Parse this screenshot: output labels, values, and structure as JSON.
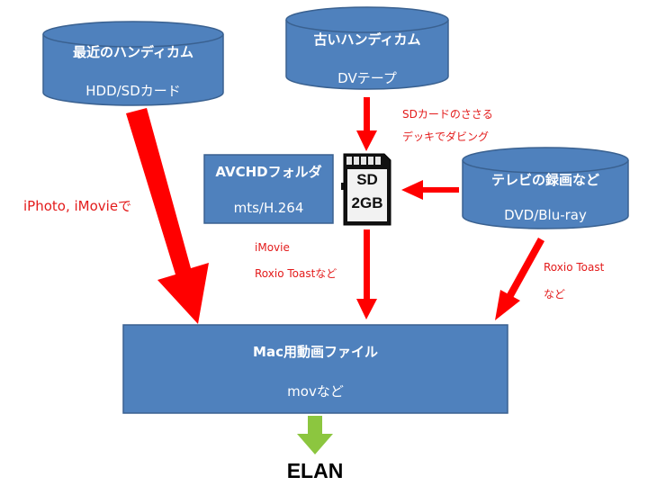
{
  "nodes": {
    "recent_camcorder": {
      "title": "最近のハンディカム",
      "subtitle": "HDD/SDカード"
    },
    "old_camcorder": {
      "title": "古いハンディカム",
      "subtitle": "DVテープ"
    },
    "avchd_folder": {
      "title": "AVCHDフォルダ",
      "subtitle": "mts/H.264"
    },
    "tv_recording": {
      "title": "テレビの録画など",
      "subtitle": "DVD/Blu-ray"
    },
    "mac_file": {
      "title": "Mac用動画ファイル",
      "subtitle": "movなど"
    },
    "elan": {
      "label": "ELAN"
    },
    "sd_card": {
      "line1": "SD",
      "line2": "2GB"
    }
  },
  "edge_labels": {
    "iphoto": "iPhoto, iMovieで",
    "sd_dubbing_1": "SDカードのささる",
    "sd_dubbing_2": "デッキでダビング",
    "imovie_1": "iMovie",
    "imovie_2": "Roxio Toastなど",
    "roxio_1": "Roxio Toast",
    "roxio_2": "など"
  },
  "colors": {
    "node_fill": "#4f81bd",
    "node_stroke": "#3a6190",
    "arrow_red": "#ff0000",
    "arrow_green": "#8cc63f",
    "label_red": "#e31b1b"
  }
}
